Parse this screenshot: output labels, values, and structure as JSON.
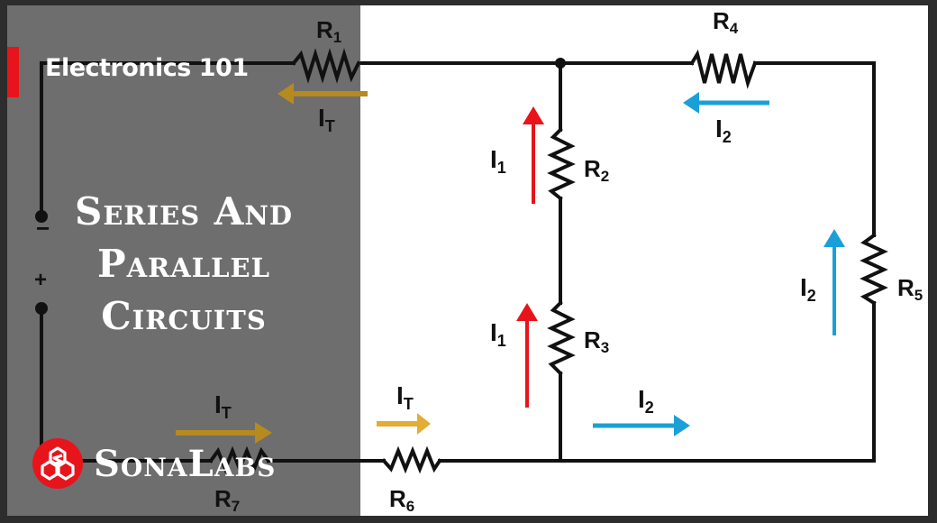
{
  "series": {
    "name": "Electronics 101",
    "accent_color": "#e8141b"
  },
  "title": {
    "lines": [
      "Series And",
      "Parallel",
      "Circuits"
    ]
  },
  "brand": {
    "name": "SonaLabs",
    "logo_icon": "hexagon-s-logo-icon"
  },
  "diagram": {
    "resistors": [
      {
        "id": "R1",
        "label": "R",
        "sub": "1"
      },
      {
        "id": "R2",
        "label": "R",
        "sub": "2"
      },
      {
        "id": "R3",
        "label": "R",
        "sub": "3"
      },
      {
        "id": "R4",
        "label": "R",
        "sub": "4"
      },
      {
        "id": "R5",
        "label": "R",
        "sub": "5"
      },
      {
        "id": "R6",
        "label": "R",
        "sub": "6"
      },
      {
        "id": "R7",
        "label": "R",
        "sub": "7"
      }
    ],
    "currents": [
      {
        "id": "IT-top",
        "label": "I",
        "sub": "T",
        "direction": "left",
        "color": "#b58a1f"
      },
      {
        "id": "IT-bottom-left",
        "label": "I",
        "sub": "T",
        "direction": "right",
        "color": "#b58a1f"
      },
      {
        "id": "IT-bottom-right",
        "label": "I",
        "sub": "T",
        "direction": "right",
        "color": "#e2ac35"
      },
      {
        "id": "I1-upper",
        "label": "I",
        "sub": "1",
        "direction": "up",
        "color": "#e8141b"
      },
      {
        "id": "I1-lower",
        "label": "I",
        "sub": "1",
        "direction": "up",
        "color": "#e8141b"
      },
      {
        "id": "I2-top",
        "label": "I",
        "sub": "2",
        "direction": "left",
        "color": "#1aa0d8"
      },
      {
        "id": "I2-right",
        "label": "I",
        "sub": "2",
        "direction": "up",
        "color": "#1aa0d8"
      },
      {
        "id": "I2-bottom",
        "label": "I",
        "sub": "2",
        "direction": "right",
        "color": "#1aa0d8"
      }
    ],
    "battery": {
      "minus": "−",
      "plus": "+"
    }
  }
}
